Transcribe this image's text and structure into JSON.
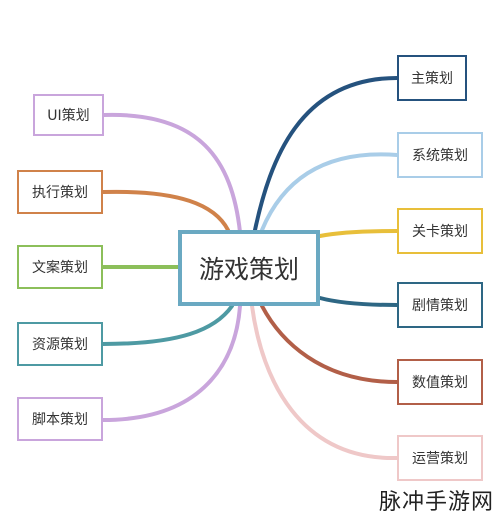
{
  "center": {
    "label": "游戏策划",
    "color": "#6aa9c2"
  },
  "left_branches": [
    {
      "label": "UI策划",
      "color": "#c9a5dc"
    },
    {
      "label": "执行策划",
      "color": "#d0824a"
    },
    {
      "label": "文案策划",
      "color": "#8cbf5a"
    },
    {
      "label": "资源策划",
      "color": "#4e9aa3"
    },
    {
      "label": "脚本策划",
      "color": "#c9a5dc"
    }
  ],
  "right_branches": [
    {
      "label": "主策划",
      "color": "#25527e"
    },
    {
      "label": "系统策划",
      "color": "#a9cde8"
    },
    {
      "label": "关卡策划",
      "color": "#e8bf3a"
    },
    {
      "label": "剧情策划",
      "color": "#2e6784"
    },
    {
      "label": "数值策划",
      "color": "#b25f48"
    },
    {
      "label": "运营策划",
      "color": "#efc8c8"
    }
  ],
  "watermark": "脉冲手游网"
}
